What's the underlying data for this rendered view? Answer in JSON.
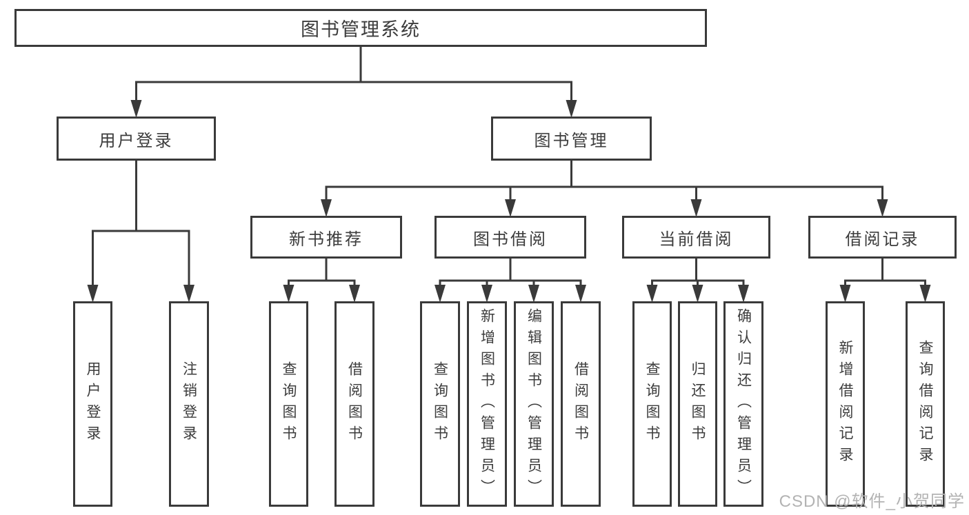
{
  "diagram": {
    "root": "图书管理系统",
    "level2": {
      "user_login": {
        "label": "用户登录",
        "children": [
          "用户登录",
          "注销登录"
        ]
      },
      "book_mgmt": {
        "label": "图书管理",
        "sections": {
          "new_books": {
            "label": "新书推荐",
            "children": [
              "查询图书",
              "借阅图书"
            ]
          },
          "borrowing": {
            "label": "图书借阅",
            "children": [
              "查询图书",
              "新增图书（管理员）",
              "编辑图书（管理员）",
              "借阅图书"
            ]
          },
          "current": {
            "label": "当前借阅",
            "children": [
              "查询图书",
              "归还图书",
              "确认归还（管理员）"
            ]
          },
          "records": {
            "label": "借阅记录",
            "children": [
              "新增借阅记录",
              "查询借阅记录"
            ]
          }
        }
      }
    },
    "line_color": "#3a3a3a"
  },
  "watermark": "CSDN @软件_小贺同学"
}
